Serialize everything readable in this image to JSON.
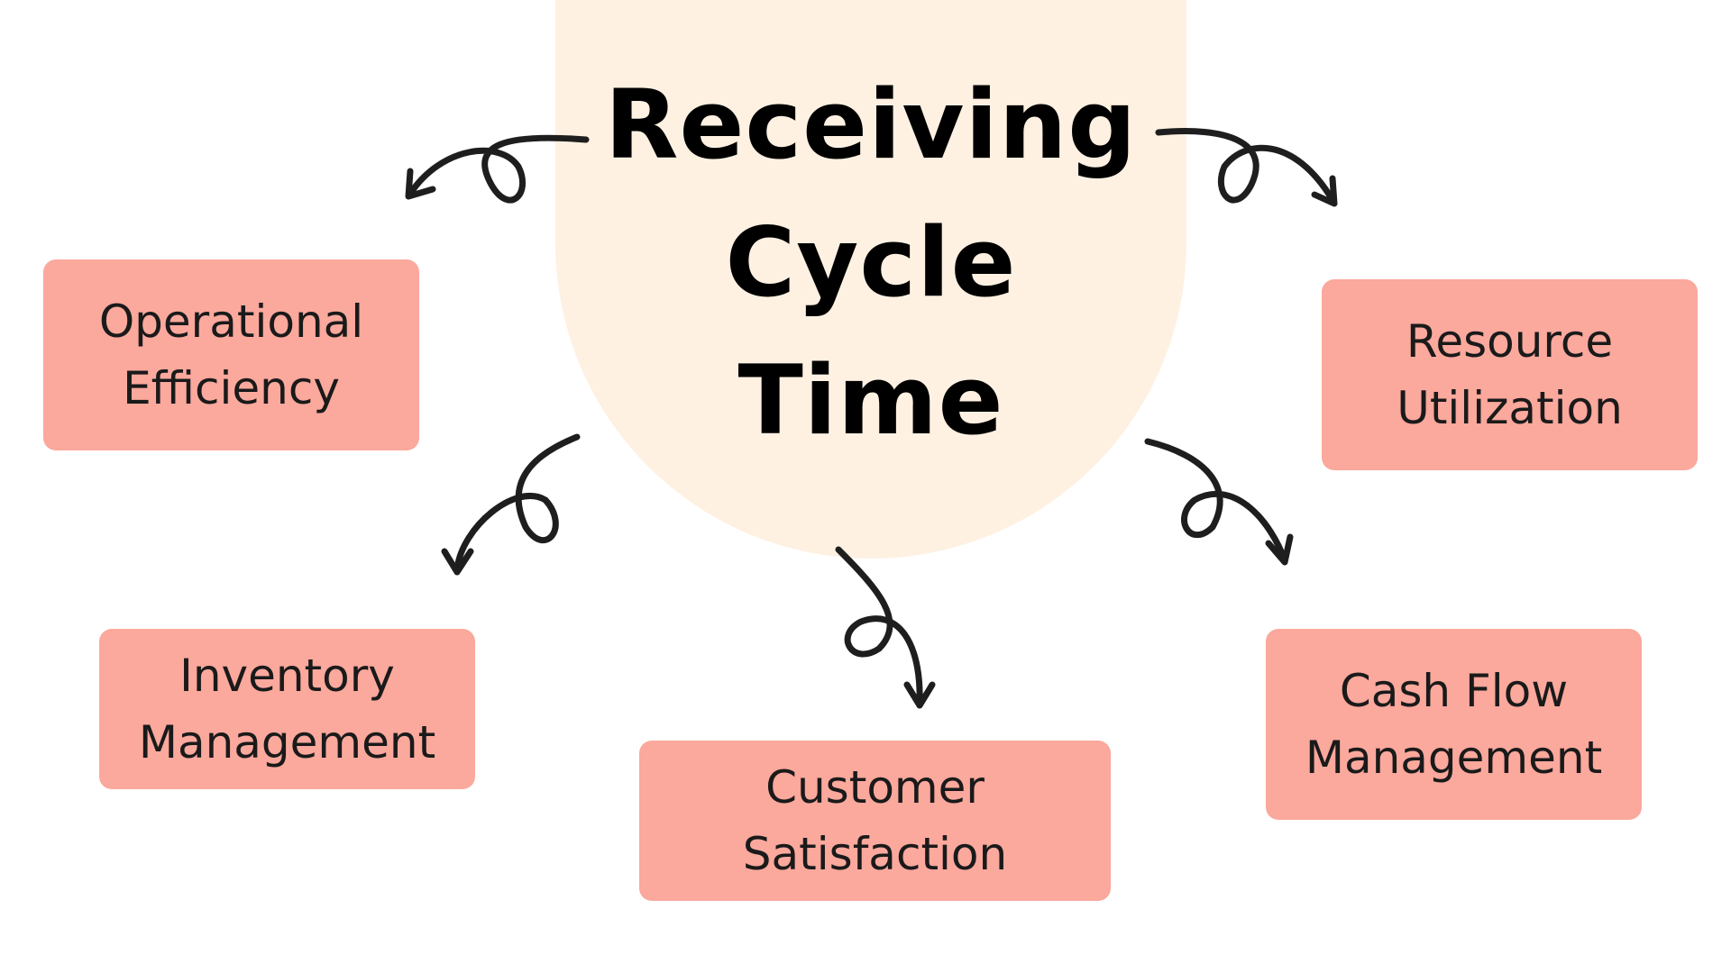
{
  "hub": {
    "line1": "Receiving",
    "line2": "Cycle",
    "line3": "Time"
  },
  "boxes": {
    "operational": {
      "line1": "Operational",
      "line2": "Efficiency"
    },
    "resource": {
      "line1": "Resource",
      "line2": "Utilization"
    },
    "inventory": {
      "line1": "Inventory",
      "line2": "Management"
    },
    "customer": {
      "line1": "Customer",
      "line2": "Satisfaction"
    },
    "cashflow": {
      "line1": "Cash Flow",
      "line2": "Management"
    }
  },
  "colors": {
    "hub_background": "#fef1e2",
    "box_background": "#fba89d",
    "arrow": "#1e1e1e",
    "text": "#1a1a1a"
  }
}
